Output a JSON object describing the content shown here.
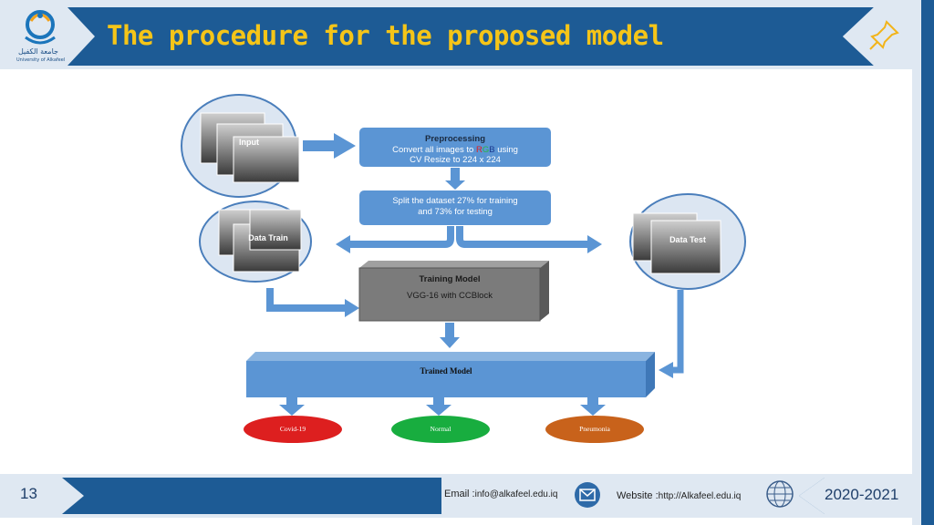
{
  "header": {
    "title": "The procedure for the proposed model",
    "logo_text_ar": "جامعة الكفيل",
    "logo_text_en": "University of Alkafeel"
  },
  "diagram": {
    "input_label": "Input",
    "preprocessing": {
      "title": "Preprocessing",
      "line1_prefix": "Convert all images to ",
      "r": "R",
      "g": "G",
      "b": "B",
      "line1_suffix": " using",
      "line2": "CV Resize to 224 x 224"
    },
    "split": {
      "line1": "Split the dataset 27% for training",
      "line2": "and 73% for testing"
    },
    "data_train_label": "Data Train",
    "data_test_label": "Data Test",
    "training_model": {
      "title": "Training Model",
      "subtitle": "VGG-16 with CCBlock"
    },
    "trained_model_label": "Trained Model",
    "outputs": [
      {
        "label": "Covid-19",
        "color": "#dd1f1f"
      },
      {
        "label": "Normal",
        "color": "#18ad3f"
      },
      {
        "label": "Pneumonia",
        "color": "#c8621b"
      }
    ],
    "colors": {
      "box_blue": "#5b95d4",
      "arrow_blue": "#5b95d4",
      "circle_fill": "#dce6f2",
      "training_box": "#7b7b7b"
    }
  },
  "footer": {
    "page_number": "13",
    "email_label": "Email :",
    "email_value": "info@alkafeel.edu.iq",
    "website_label": "Website :",
    "website_value": "http://Alkafeel.edu.iq",
    "year": "2020-2021"
  },
  "icons": [
    "university-logo",
    "pin-icon",
    "mail-icon",
    "globe-icon"
  ]
}
